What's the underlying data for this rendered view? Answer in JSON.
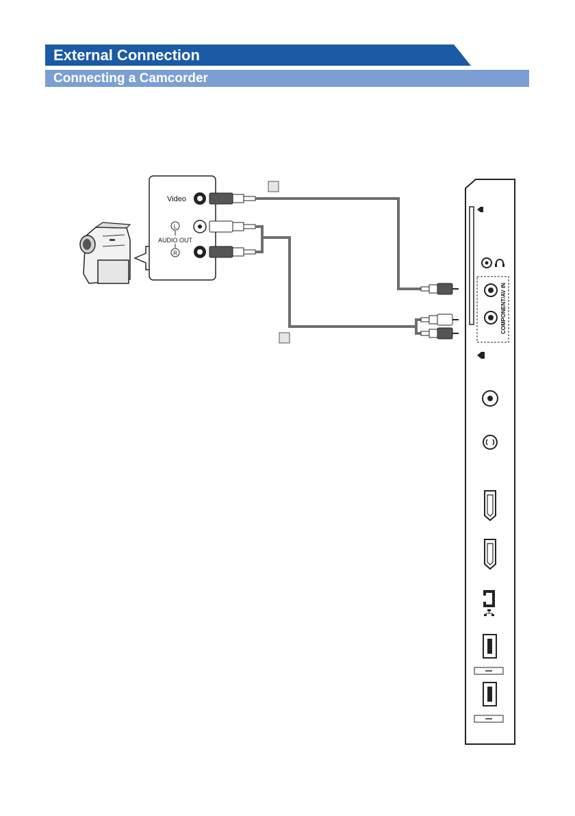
{
  "header": {
    "title": "External Connection",
    "subtitle": "Connecting a Camcorder"
  },
  "camcorder_panel": {
    "video_label": "Video",
    "left_label": "L",
    "audio_out_label": "AUDIO OUT",
    "right_label": "R"
  },
  "tv_panel": {
    "component_label": "COMPONENT/AV IN"
  },
  "colors": {
    "banner_main": "#1b5aa4",
    "banner_sub": "#7b9fd3",
    "cable": "#6e6e6e"
  }
}
